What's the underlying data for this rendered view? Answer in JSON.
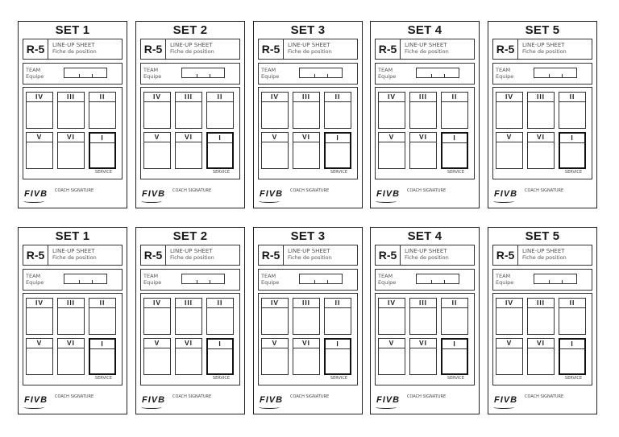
{
  "sheets": [
    {
      "title": "SET 1"
    },
    {
      "title": "SET 2"
    },
    {
      "title": "SET 3"
    },
    {
      "title": "SET 4"
    },
    {
      "title": "SET 5"
    },
    {
      "title": "SET 1"
    },
    {
      "title": "SET 2"
    },
    {
      "title": "SET 3"
    },
    {
      "title": "SET 4"
    },
    {
      "title": "SET 5"
    }
  ],
  "common": {
    "form_code": "R-5",
    "line_up_en": "LINE-UP SHEET",
    "line_up_fr": "Fiche de position",
    "team_en": "TEAM",
    "team_fr": "Equipe",
    "positions_row1": [
      "IV",
      "III",
      "II"
    ],
    "positions_row2": [
      "V",
      "VI",
      "I"
    ],
    "service_label": "SERVICE",
    "logo_text": "FIVB",
    "coach_signature_label": "COACH SIGNATURE"
  }
}
